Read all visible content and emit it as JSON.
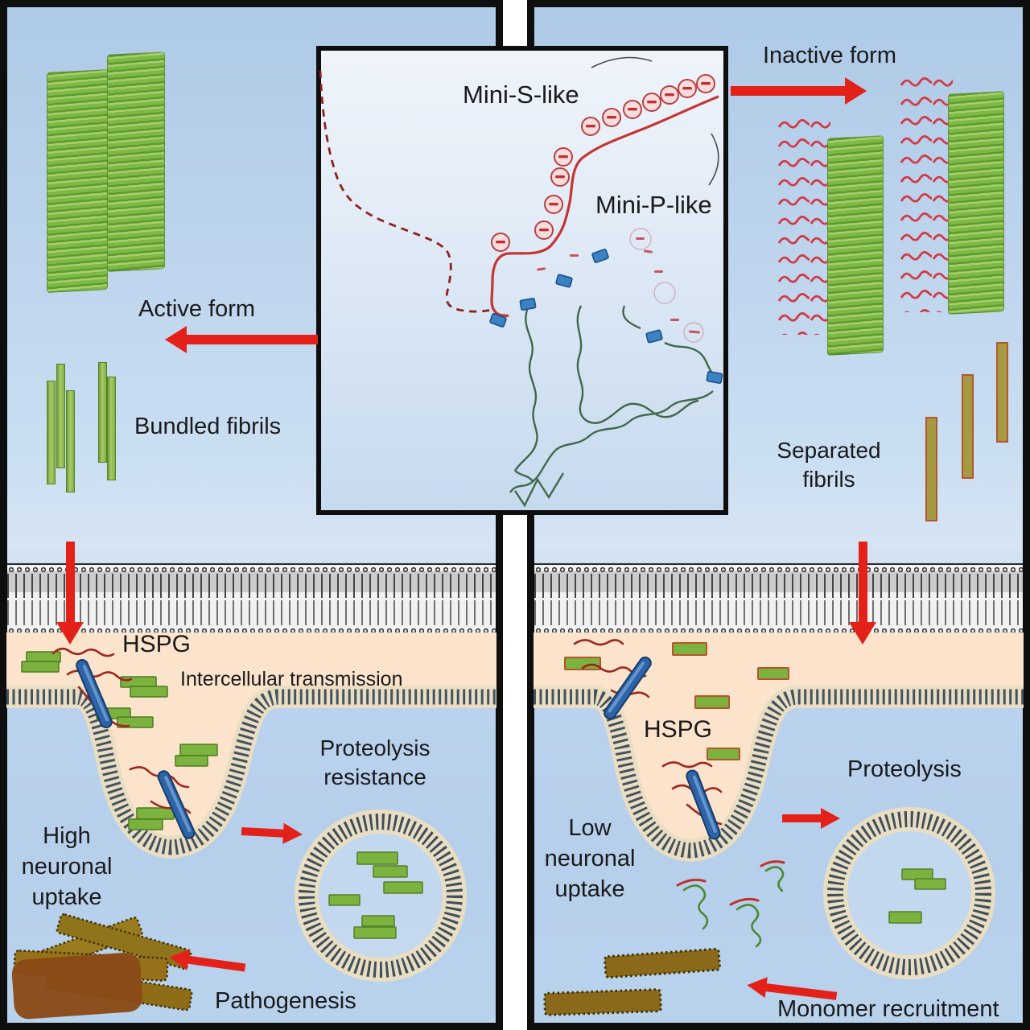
{
  "figure": {
    "type": "graphical-abstract-diagram",
    "inset": {
      "mini_s_label": "Mini-S-like",
      "mini_p_label": "Mini-P-like"
    },
    "left_panel": {
      "active_form_label": "Active form",
      "bundled_fibrils_label": "Bundled fibrils",
      "hspg_label": "HSPG",
      "transmission_label": "Intercellular transmission",
      "uptake_line1": "High",
      "uptake_line2": "neuronal",
      "uptake_line3": "uptake",
      "proteolysis_line1": "Proteolysis",
      "proteolysis_line2": "resistance",
      "pathogenesis_label": "Pathogenesis"
    },
    "right_panel": {
      "inactive_form_label": "Inactive form",
      "separated_line1": "Separated",
      "separated_line2": "fibrils",
      "hspg_label": "HSPG",
      "uptake_line1": "Low",
      "uptake_line2": "neuronal",
      "uptake_line3": "uptake",
      "proteolysis_label": "Proteolysis",
      "monomer_label": "Monomer recruitment"
    },
    "colors": {
      "arrow_red": "#e32119",
      "fibril_green": "#7db944",
      "fragment_green": "#7cb23e",
      "inactive_olive": "#a39a42",
      "fuzzy_coat_red": "#d23a45",
      "membrane_peach": "#fbe4cb",
      "hspg_blue": "#2f63a7",
      "chain_green": "#41684a",
      "aggregate_brown": "#8a4a16",
      "panel_blue": "#bcd3ec"
    }
  }
}
